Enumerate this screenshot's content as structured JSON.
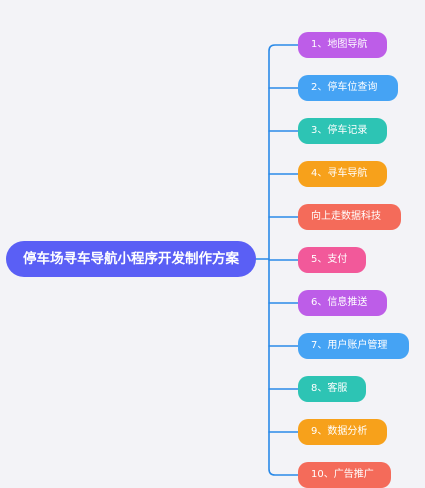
{
  "root": {
    "label": "停车场寻车导航小程序开发制作方案",
    "color": "#5a5ff5"
  },
  "connector_color": "#2a8ae8",
  "branches": [
    {
      "label": "1、地图导航",
      "color": "#bd5de8"
    },
    {
      "label": "2、停车位查询",
      "color": "#45a3f4"
    },
    {
      "label": "3、停车记录",
      "color": "#2dc4b4"
    },
    {
      "label": "4、寻车导航",
      "color": "#f7a11b"
    },
    {
      "label": "向上走数据科技",
      "color": "#f46b5a"
    },
    {
      "label": "5、支付",
      "color": "#f2599a"
    },
    {
      "label": "6、信息推送",
      "color": "#bd5de8"
    },
    {
      "label": "7、用户账户管理",
      "color": "#45a3f4"
    },
    {
      "label": "8、客服",
      "color": "#2dc4b4"
    },
    {
      "label": "9、数据分析",
      "color": "#f7a11b"
    },
    {
      "label": "10、广告推广",
      "color": "#f46b5a"
    }
  ]
}
